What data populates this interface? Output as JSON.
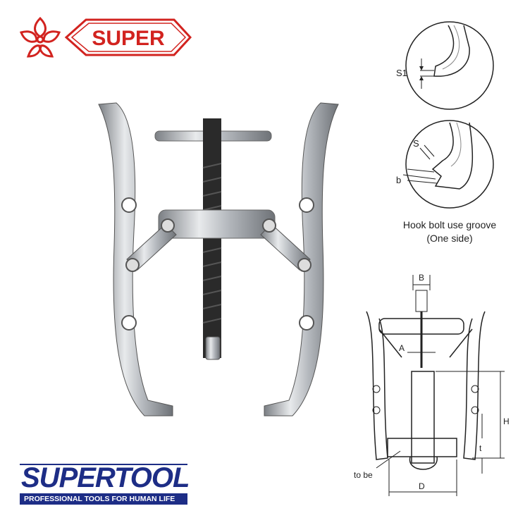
{
  "brand_top": {
    "text": "SUPER",
    "color": "#d2231f"
  },
  "detail_labels": {
    "s1": "S1",
    "s": "S",
    "b_small": "b"
  },
  "captions": {
    "line1": "Hook bolt use groove",
    "line2": "(One side)"
  },
  "dimension_labels": {
    "B": "B",
    "A": "A",
    "H": "H",
    "t": "t",
    "D": "D",
    "to_be": "to be"
  },
  "brand_bottom": {
    "wordmark": "SUPERTOOL",
    "tagline": "PROFESSIONAL TOOLS FOR HUMAN LIFE",
    "color": "#1d2d86"
  },
  "colors": {
    "chrome": "#b9bdc2",
    "chrome_dark": "#6e7277",
    "bolt": "#2a2a2a"
  }
}
